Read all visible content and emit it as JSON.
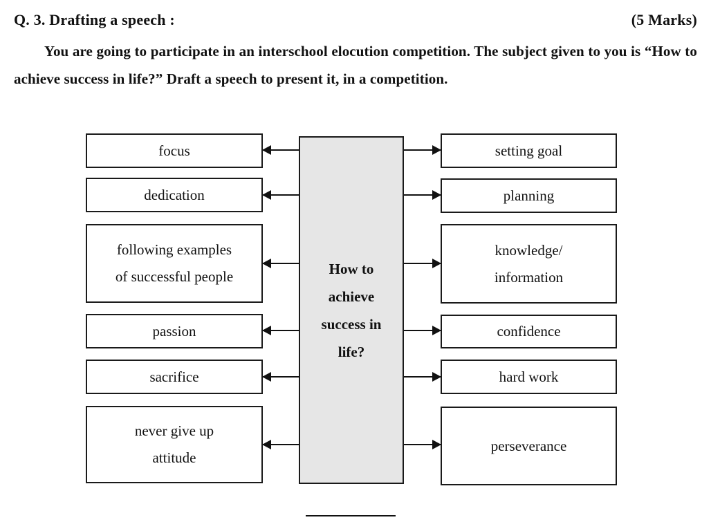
{
  "header": {
    "question": "Q. 3. Drafting a speech :",
    "marks": "(5 Marks)"
  },
  "body": {
    "paragraph": "You are going to participate in an interschool elocution competition. The subject given to you is “How to achieve success in life?” Draft a speech to present it, in a competition."
  },
  "diagram": {
    "center_label": "How to\nachieve\nsuccess in\nlife?",
    "center_bg": "#e6e6e6",
    "border_color": "#1a1a1a",
    "left_items": [
      "focus",
      "dedication",
      "following examples\nof successful people",
      "passion",
      "sacrifice",
      "never give up\nattitude"
    ],
    "right_items": [
      "setting goal",
      "planning",
      "knowledge/\ninformation",
      "confidence",
      "hard work",
      "perseverance"
    ]
  }
}
